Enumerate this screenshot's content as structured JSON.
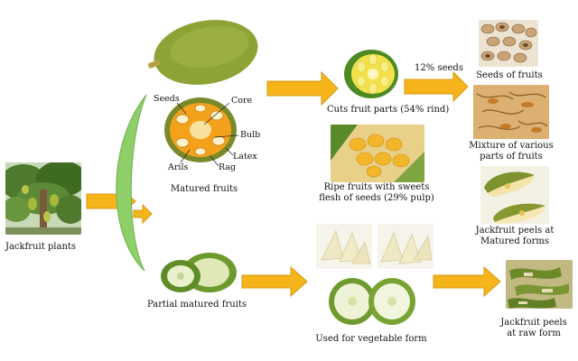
{
  "nodes": {
    "plants": "Jackfruit plants",
    "matured": "Matured fruits",
    "partial": "Partial matured fruits",
    "cuts": "Cuts fruit parts (54% rind)",
    "ripe_line1": "Ripe fruits with sweets",
    "ripe_line2": "flesh of seeds (29% pulp)",
    "seeds_pct": "12% seeds",
    "seeds_of_fruits": "Seeds of fruits",
    "mixture_line1": "Mixture of various",
    "mixture_line2": "parts of fruits",
    "peels_mat_line1": "Jackfruit peels at",
    "peels_mat_line2": "Matured forms",
    "vegetable": "Used for vegetable form",
    "peels_raw_line1": "Jackfruit peels",
    "peels_raw_line2": "at raw form"
  },
  "fruit_parts": {
    "seeds": "Seeds",
    "core": "Core",
    "bulb": "Bulb",
    "latex": "Latex",
    "arils": "Arils",
    "rag": "Rag"
  },
  "colors": {
    "arrow_fill": "#f5b41a",
    "arrow_stroke": "#d79a10",
    "bracket": "#8fcf6a",
    "rind_green": "#7f9a2b"
  }
}
